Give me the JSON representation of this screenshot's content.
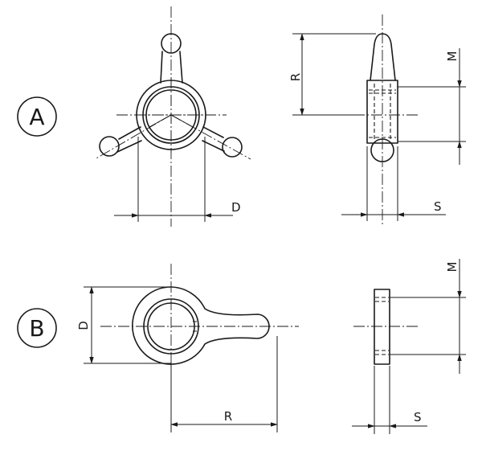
{
  "views": {
    "a": {
      "marker": "A",
      "dim_d": "D",
      "dim_r": "R",
      "dim_m": "M",
      "dim_s": "S"
    },
    "b": {
      "marker": "B",
      "dim_d": "D",
      "dim_r": "R",
      "dim_m": "M",
      "dim_s": "S"
    }
  }
}
